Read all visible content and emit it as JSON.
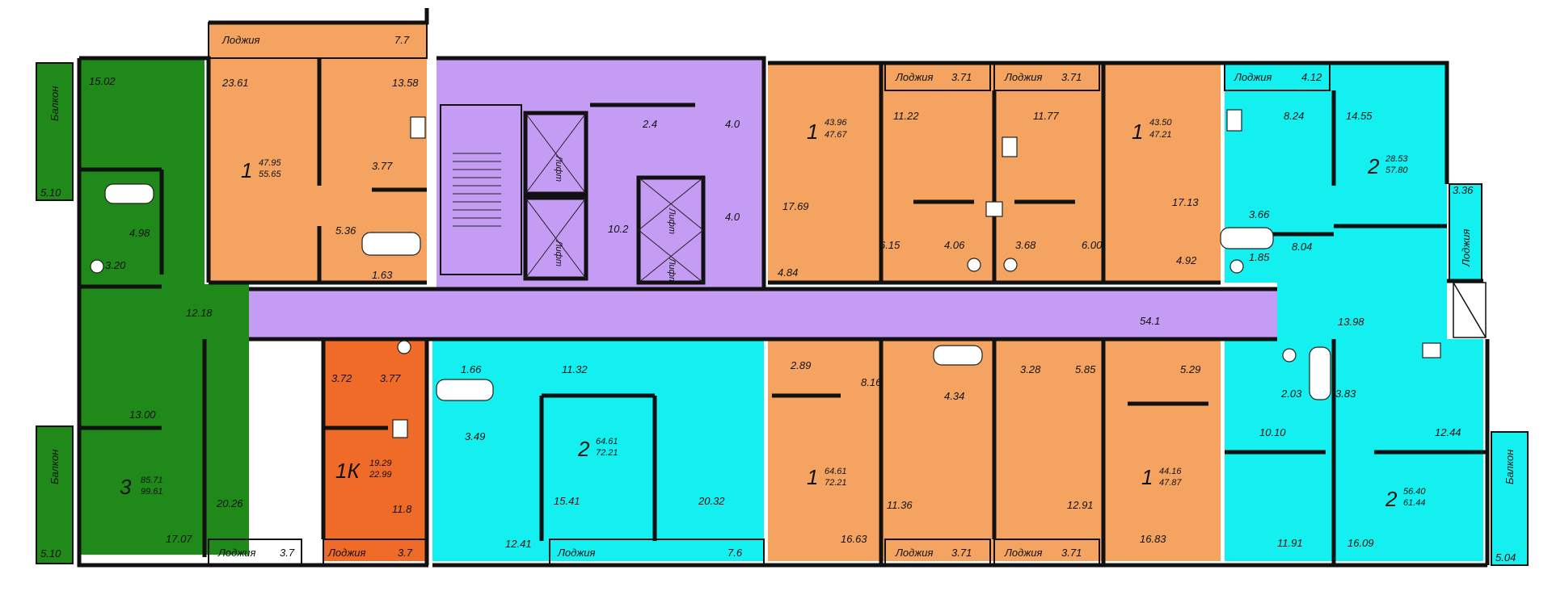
{
  "colors": {
    "green": "#1f8a1a",
    "orange": "#f4a460",
    "red_orange": "#f06a28",
    "cyan": "#14f0f0",
    "purple": "#c49cf4",
    "walls": "#111111"
  },
  "labels": {
    "loggia": "Лоджия",
    "balcony": "Балкон",
    "lift": "Лифт"
  },
  "apartments": [
    {
      "id": "green-3",
      "rooms": "3",
      "living_area": "85.71",
      "total_area": "99.61",
      "room_areas": [
        "15.02",
        "5.10",
        "4.98",
        "3.20",
        "12.18",
        "13.00",
        "5.10",
        "17.07",
        "20.26",
        "3.7"
      ]
    },
    {
      "id": "top-left-1",
      "rooms": "1",
      "living_area": "47.95",
      "total_area": "55.65",
      "room_areas": [
        "7.7",
        "23.61",
        "13.58",
        "3.77",
        "5.36",
        "1.63"
      ]
    },
    {
      "id": "top-mid-1-left",
      "rooms": "1",
      "living_area": "43.96",
      "total_area": "47.67",
      "room_areas": [
        "3.71",
        "11.22",
        "17.69",
        "4.84",
        "6.15",
        "4.06"
      ]
    },
    {
      "id": "top-mid-1-right",
      "rooms": "1",
      "living_area": "43.50",
      "total_area": "47.21",
      "room_areas": [
        "3.71",
        "11.77",
        "17.13",
        "3.68",
        "6.00",
        "4.92"
      ]
    },
    {
      "id": "top-right-2",
      "rooms": "2",
      "living_area": "28.53",
      "total_area": "57.80",
      "room_areas": [
        "4.12",
        "8.24",
        "14.55",
        "3.36",
        "3.66",
        "1.85",
        "8.04",
        "13.98"
      ]
    },
    {
      "id": "bottom-1k",
      "rooms": "1К",
      "living_area": "19.29",
      "total_area": "22.99",
      "room_areas": [
        "3.72",
        "3.77",
        "11.8",
        "3.7"
      ]
    },
    {
      "id": "bottom-cyan-2",
      "rooms": "2",
      "living_area": "64.61",
      "total_area": "72.21",
      "room_areas": [
        "1.66",
        "11.32",
        "3.49",
        "15.41",
        "20.32",
        "12.41",
        "7.6"
      ]
    },
    {
      "id": "bottom-mid-1-left",
      "rooms": "1",
      "living_area": "64.61",
      "total_area": "72.21",
      "room_areas": [
        "2.89",
        "8.16",
        "4.34",
        "11.36",
        "16.63",
        "3.71"
      ]
    },
    {
      "id": "bottom-mid-1-right",
      "rooms": "1",
      "living_area": "44.16",
      "total_area": "47.87",
      "room_areas": [
        "3.28",
        "5.85",
        "5.29",
        "12.91",
        "16.83",
        "3.71"
      ]
    },
    {
      "id": "bottom-right-2",
      "rooms": "2",
      "living_area": "56.40",
      "total_area": "61.44",
      "room_areas": [
        "2.03",
        "3.83",
        "10.10",
        "12.44",
        "11.91",
        "16.09",
        "5.04"
      ]
    }
  ],
  "common_areas": {
    "corridor": "54.1",
    "hall": "10.2",
    "small_1": "2.4",
    "small_2": "4.0",
    "small_3": "4.0"
  }
}
